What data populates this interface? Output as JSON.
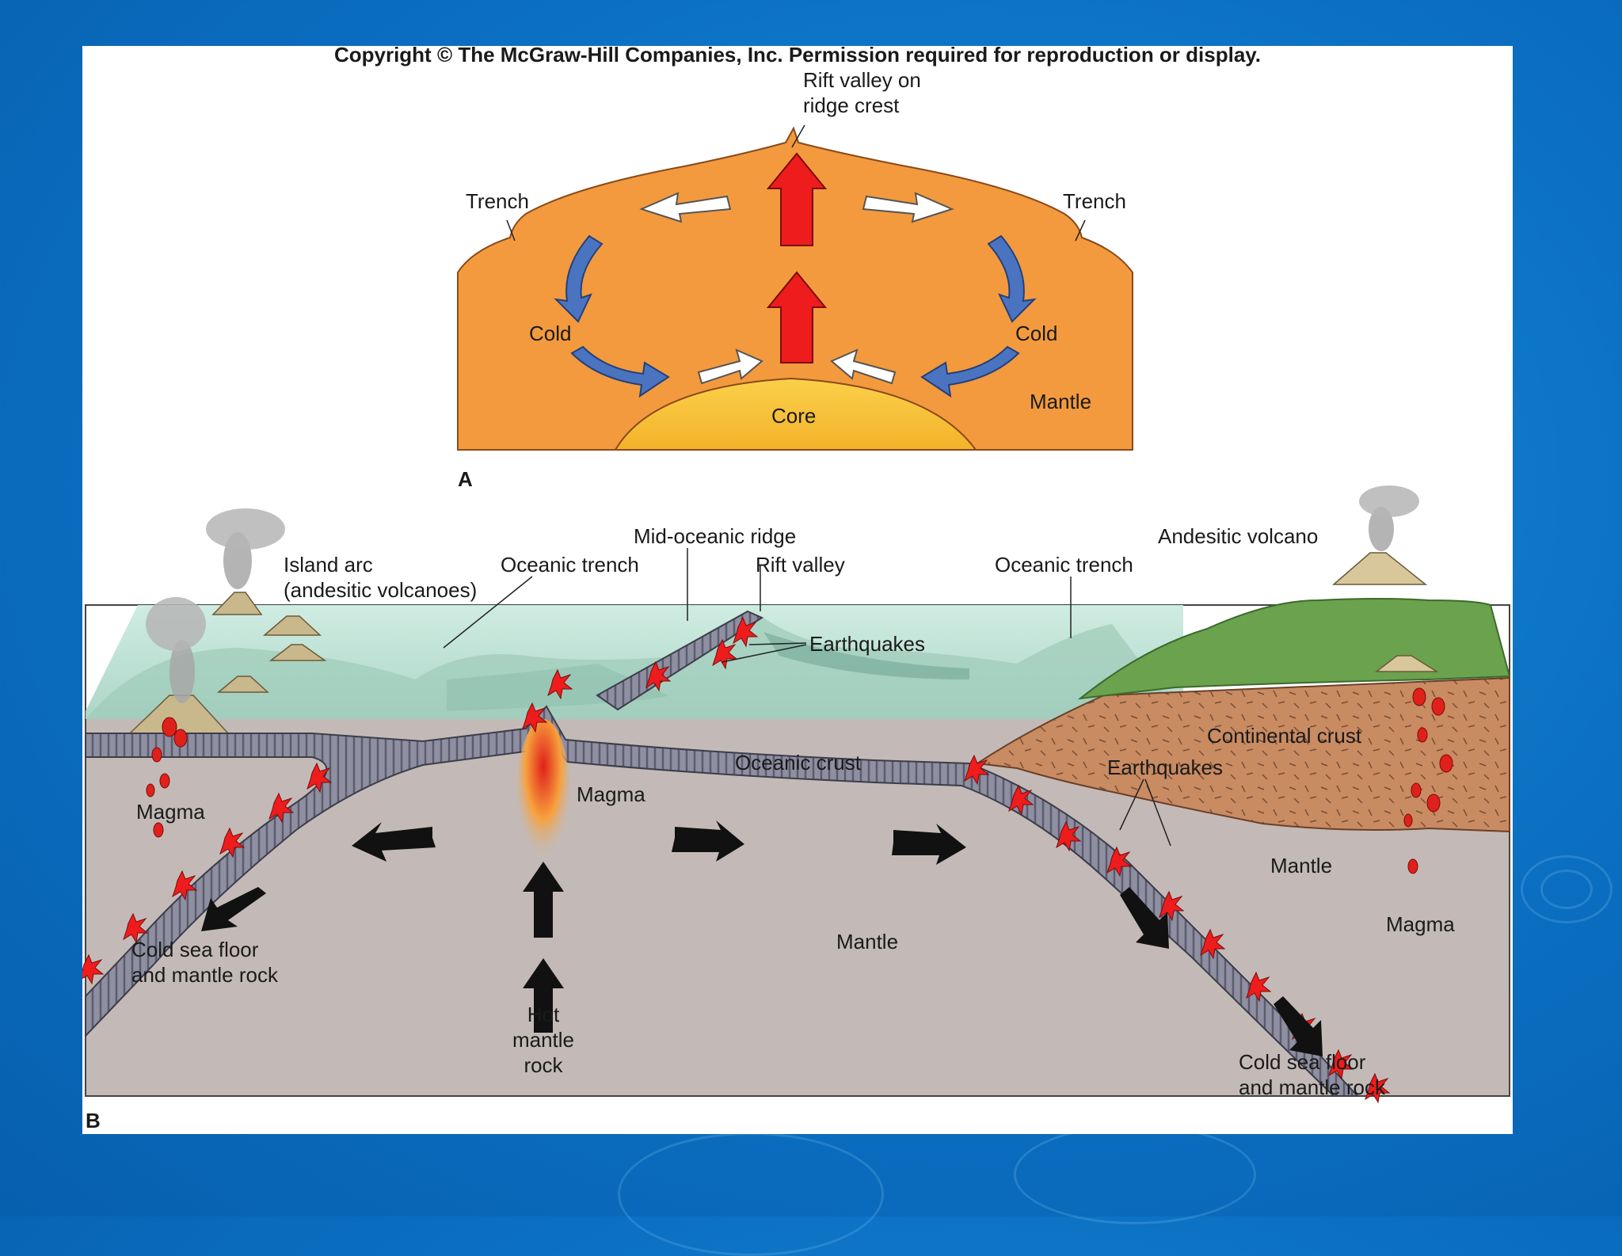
{
  "copyright": "Copyright © The McGraw-Hill Companies, Inc. Permission required for reproduction or display.",
  "panel_a": {
    "letter": "A",
    "rift_line1": "Rift valley on",
    "rift_line2": "ridge crest",
    "trench_left": "Trench",
    "trench_right": "Trench",
    "cold_left": "Cold",
    "cold_right": "Cold",
    "mantle": "Mantle",
    "core": "Core"
  },
  "panel_b": {
    "letter": "B",
    "island_arc_1": "Island arc",
    "island_arc_2": "(andesitic volcanoes)",
    "oceanic_trench_left": "Oceanic trench",
    "mid_oceanic_ridge": "Mid-oceanic ridge",
    "rift_valley": "Rift valley",
    "oceanic_trench_right": "Oceanic trench",
    "andesitic_volcano": "Andesitic volcano",
    "earthquakes_top": "Earthquakes",
    "continental_crust": "Continental crust",
    "earthquakes_mid": "Earthquakes",
    "oceanic_crust": "Oceanic crust",
    "magma_left": "Magma",
    "magma_center": "Magma",
    "magma_right": "Magma",
    "mantle_right": "Mantle",
    "mantle_center": "Mantle",
    "cold_left_1": "Cold sea floor",
    "cold_left_2": "and mantle rock",
    "hot_1": "Hot",
    "hot_2": "mantle",
    "hot_3": "rock",
    "cold_right_1": "Cold sea floor",
    "cold_right_2": "and mantle rock"
  },
  "colors": {
    "background": "#0b6fc2",
    "mantle_orange": "#f39a3e",
    "core_yellow": "#f8c23a",
    "arrow_red": "#ee1c1c",
    "arrow_blue": "#4a74c0",
    "ocean": "#bfe0d6",
    "mantle_gray": "#c3bab7",
    "continent_brown": "#c98b62",
    "land_green": "#6aa24e"
  }
}
